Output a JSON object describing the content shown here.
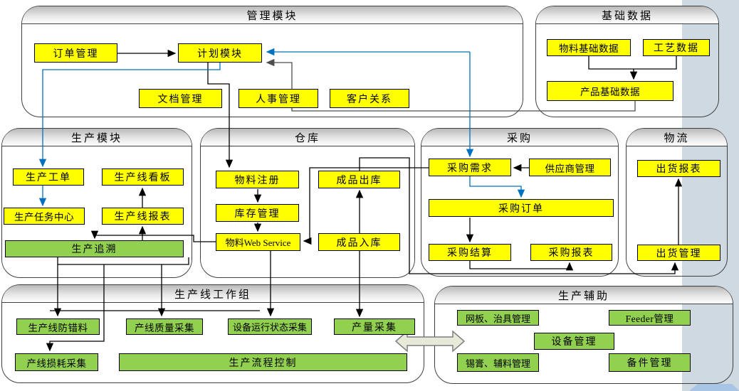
{
  "diagram": {
    "kind": "MES architecture flow diagram",
    "colors": {
      "yellow_box": "#ffff00",
      "green_box": "#92d050",
      "blue_connector": "#0070c0",
      "container_border": "#3f3f3f",
      "side_strip": "#cfd9e2",
      "block_arrow_fill": "#e8ead9"
    }
  },
  "modules": [
    {
      "title": "管理模块",
      "boxes": [
        {
          "label": "订单管理"
        },
        {
          "label": "计划模块"
        },
        {
          "label": "文档管理"
        },
        {
          "label": "人事管理"
        },
        {
          "label": "客户关系"
        }
      ]
    },
    {
      "title": "基础数据",
      "boxes": [
        {
          "label": "物料基础数据"
        },
        {
          "label": "工艺数据"
        },
        {
          "label": "产品基础数据"
        }
      ]
    },
    {
      "title": "生产模块",
      "boxes": [
        {
          "label": "生产工单"
        },
        {
          "label": "生产线看板"
        },
        {
          "label": "生产任务中心"
        },
        {
          "label": "生产线报表"
        },
        {
          "label": "生产追溯"
        }
      ]
    },
    {
      "title": "仓库",
      "boxes": [
        {
          "label": "物料注册"
        },
        {
          "label": "库存管理"
        },
        {
          "label": "物料Web Service"
        },
        {
          "label": "成品出库"
        },
        {
          "label": "成品入库"
        }
      ]
    },
    {
      "title": "采购",
      "boxes": [
        {
          "label": "采购需求"
        },
        {
          "label": "供应商管理"
        },
        {
          "label": "采购订单"
        },
        {
          "label": "采购结算"
        },
        {
          "label": "采购报表"
        }
      ]
    },
    {
      "title": "物流",
      "boxes": [
        {
          "label": "出货报表"
        },
        {
          "label": "出货管理"
        }
      ]
    },
    {
      "title": "生产线工作组",
      "boxes": [
        {
          "label": "生产线防错料"
        },
        {
          "label": "产线质量采集"
        },
        {
          "label": "设备运行状态采集"
        },
        {
          "label": "产量采集"
        },
        {
          "label": "产线损耗采集"
        },
        {
          "label": "生产流程控制"
        }
      ]
    },
    {
      "title": "生产辅助",
      "boxes": [
        {
          "label": "网板、治具管理"
        },
        {
          "label": "Feeder管理"
        },
        {
          "label": "设备管理"
        },
        {
          "label": "锡膏、辅料管理"
        },
        {
          "label": "备件管理"
        }
      ]
    }
  ]
}
